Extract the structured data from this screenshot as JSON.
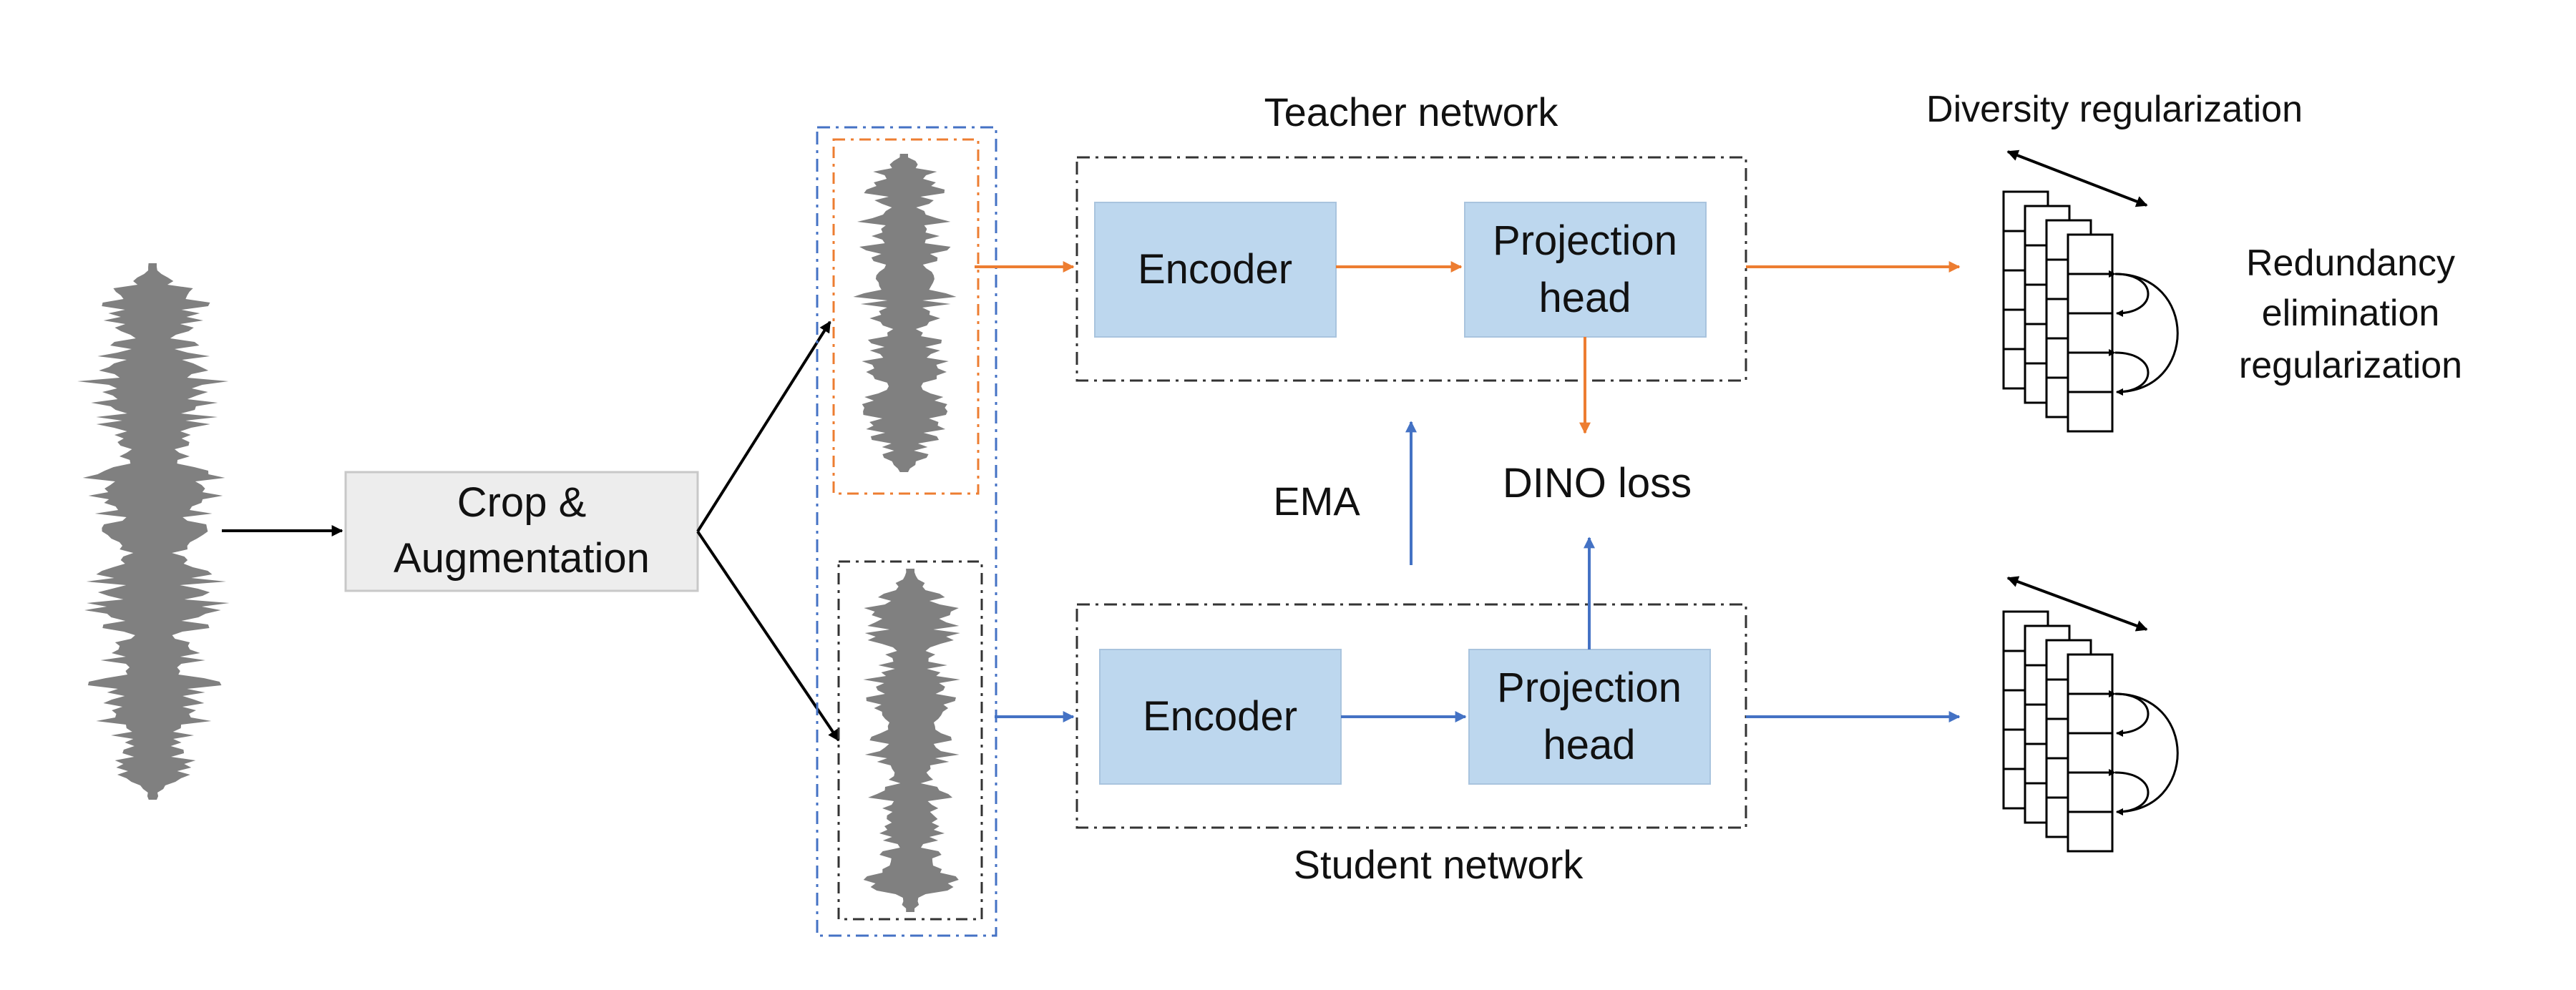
{
  "crop_box": {
    "line1": "Crop &",
    "line2": "Augmentation"
  },
  "teacher": {
    "title": "Teacher network",
    "encoder_label": "Encoder",
    "projection_line1": "Projection",
    "projection_line2": "head"
  },
  "student": {
    "title": "Student network",
    "encoder_label": "Encoder",
    "projection_line1": "Projection",
    "projection_line2": "head"
  },
  "ema_label": "EMA",
  "dino_loss_label": "DINO loss",
  "diversity_label": "Diversity regularization",
  "redundancy": {
    "line1": "Redundancy",
    "line2": "elimination",
    "line3": "regularization"
  },
  "colors": {
    "teacher_arrow": "#ED7D31",
    "student_arrow": "#4472C4",
    "block_fill": "#BDD7EE",
    "crop_fill": "#EDEDED",
    "waveform": "#808080",
    "view_frame": "#4472C4"
  }
}
